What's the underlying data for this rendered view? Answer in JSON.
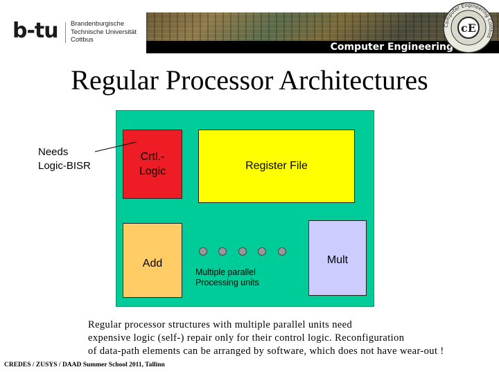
{
  "header": {
    "logo_mark": "b-tu",
    "logo_lines": [
      "Brandenburgische",
      "Technische Universität",
      "Cottbus"
    ],
    "banner_title": "Computer Engineering",
    "emblem_ring_text": "Computer Engineering Cottbus",
    "emblem_center": "cE"
  },
  "slide": {
    "title": "Regular Processor Architectures"
  },
  "diagram": {
    "bisr_note": [
      "Needs",
      "Logic-BISR"
    ],
    "ctrl_logic": [
      "Crtl.-",
      "Logic"
    ],
    "register_file": "Register File",
    "add": "Add",
    "mult": "Mult",
    "units_caption": [
      "Multiple parallel",
      "Processing units"
    ],
    "colors": {
      "chip": "#00cc99",
      "ctrl_logic": "#ee1c24",
      "register_file": "#ffff00",
      "add": "#ffcc66",
      "mult": "#ccccff",
      "processing_unit": "#999999"
    }
  },
  "description": [
    "Regular processor structures with multiple parallel units need",
    "expensive logic (self-) repair only for their control logic. Reconfiguration",
    "of data-path elements can be arranged by software, which does not have wear-out !"
  ],
  "footer": "CREDES / ZUSYS / DAAD Summer School 2011, Tallinn"
}
